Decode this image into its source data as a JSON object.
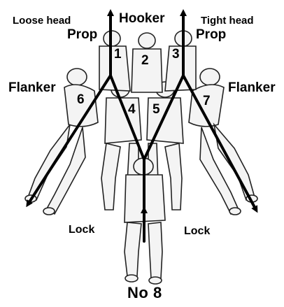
{
  "labels": {
    "loose_head": "Loose head",
    "prop_left": "Prop",
    "hooker": "Hooker",
    "tight_head": "Tight head",
    "prop_right": "Prop",
    "flanker_left": "Flanker",
    "flanker_right": "Flanker",
    "lock_left": "Lock",
    "lock_right": "Lock",
    "number_eight": "No 8"
  },
  "numbers": [
    "1",
    "2",
    "3",
    "4",
    "5",
    "6",
    "7"
  ],
  "colors": {
    "ink": "#000000",
    "figure_fill": "#f4f4f4",
    "figure_stroke": "#222222"
  }
}
